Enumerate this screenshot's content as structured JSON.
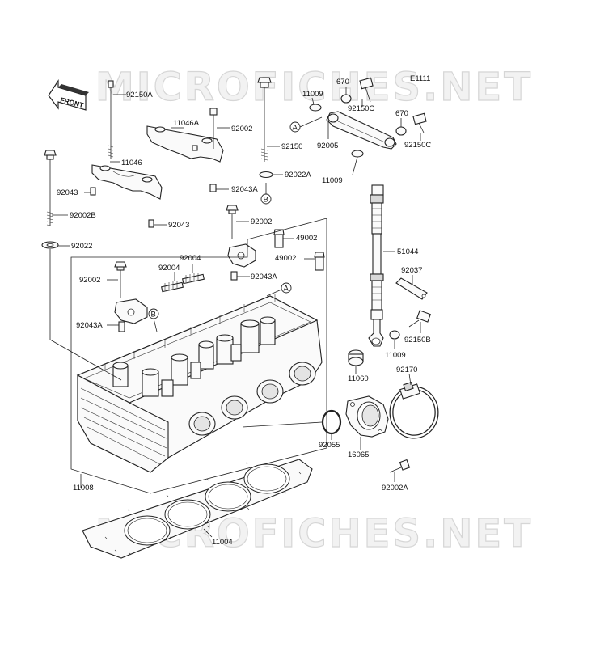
{
  "diagram": {
    "watermark_top": "MICROFICHES.NET",
    "watermark_bottom": "MICROFICHES.NET",
    "code": "E1111",
    "front_label": "FRONT",
    "refs": {
      "a": "A",
      "b": "B"
    },
    "labels": {
      "p92150A": "92150A",
      "p670a": "670",
      "p11009a": "11009",
      "p92150Ca": "92150C",
      "p670b": "670",
      "p92150Cb": "92150C",
      "p11046A": "11046A",
      "p92002a": "92002",
      "p92005": "92005",
      "p92150": "92150",
      "p11046": "11046",
      "p92022A": "92022A",
      "p11009b": "11009",
      "p92043a": "92043",
      "p92043A1": "92043A",
      "p92002B": "92002B",
      "p92043b": "92043",
      "p92002b": "92002",
      "p49002a": "49002",
      "p92022": "92022",
      "p51044": "51044",
      "p92004a": "92004",
      "p92004b": "92004",
      "p49002b": "49002",
      "p92002c": "92002",
      "p92043A2": "92043A",
      "p92037": "92037",
      "p92043A3": "92043A",
      "p92150B": "92150B",
      "p11009c": "11009",
      "p11060": "11060",
      "p92170": "92170",
      "p92055": "92055",
      "p16065": "16065",
      "p11008": "11008",
      "p92002A": "92002A",
      "p11004": "11004"
    }
  }
}
